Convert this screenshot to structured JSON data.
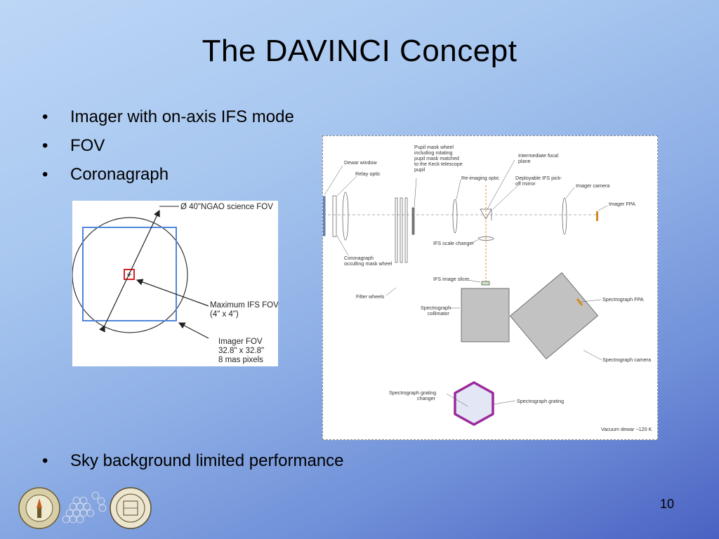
{
  "slide": {
    "title": "The DAVINCI Concept",
    "page_number": "10",
    "bullets_top": [
      "Imager with on-axis IFS mode",
      "FOV",
      "Coronagraph"
    ],
    "bullets_bottom": [
      "Sky background limited performance"
    ]
  },
  "fov_figure": {
    "science_fov_label": "Ø 40\"NGAO science FOV",
    "ifs_fov_label": [
      "Maximum IFS FOV",
      "(4\" x 4\")"
    ],
    "imager_fov_label": [
      "Imager FOV",
      "32.8\" x 32.8\"",
      "8 mas pixels"
    ],
    "colors": {
      "imager_box": "#4f86d9",
      "ifs_box": "#e02020",
      "circle": "#333333"
    }
  },
  "optics_diagram": {
    "labels": {
      "pupil_mask": [
        "Pupil mask wheel",
        "including rotating",
        "pupil mask matched",
        "to the Keck telescope",
        "pupil"
      ],
      "dewar_window": "Dewar window",
      "relay_optic": "Relay optic",
      "intermediate_focal": [
        "Intermediate focal",
        "plane"
      ],
      "reimaging_optic": "Re-imaging optic",
      "deployable_ifs": [
        "Deployable IFS pick-",
        "off mirror"
      ],
      "imager_camera": "Imager camera",
      "imager_fpa": "Imager FPA",
      "coronagraph": [
        "Coronagraph",
        "occulting mask wheel"
      ],
      "ifs_scale_changer": "IFS scale changer",
      "ifs_image_slicer": "IFS image slicer",
      "filter_wheels": "Filter wheels",
      "spectrograph_collimator": [
        "Spectrograph",
        "collimator"
      ],
      "spectrograph_fpa": "Spectrograph FPA",
      "spectrograph_camera": "Spectrograph camera",
      "grating_changer": [
        "Spectrograph grating",
        "changer"
      ],
      "spectrograph_grating": "Spectrograph grating",
      "vacuum_dewar": "Vacuum dewar ~120 K"
    },
    "colors": {
      "grating_edge": "#9b2a9b",
      "grating_fill": "#e3e6f5",
      "block_fill": "#c2c2c2",
      "beam_dash": "#e08a2e",
      "fpa": "#d28a1e"
    }
  }
}
